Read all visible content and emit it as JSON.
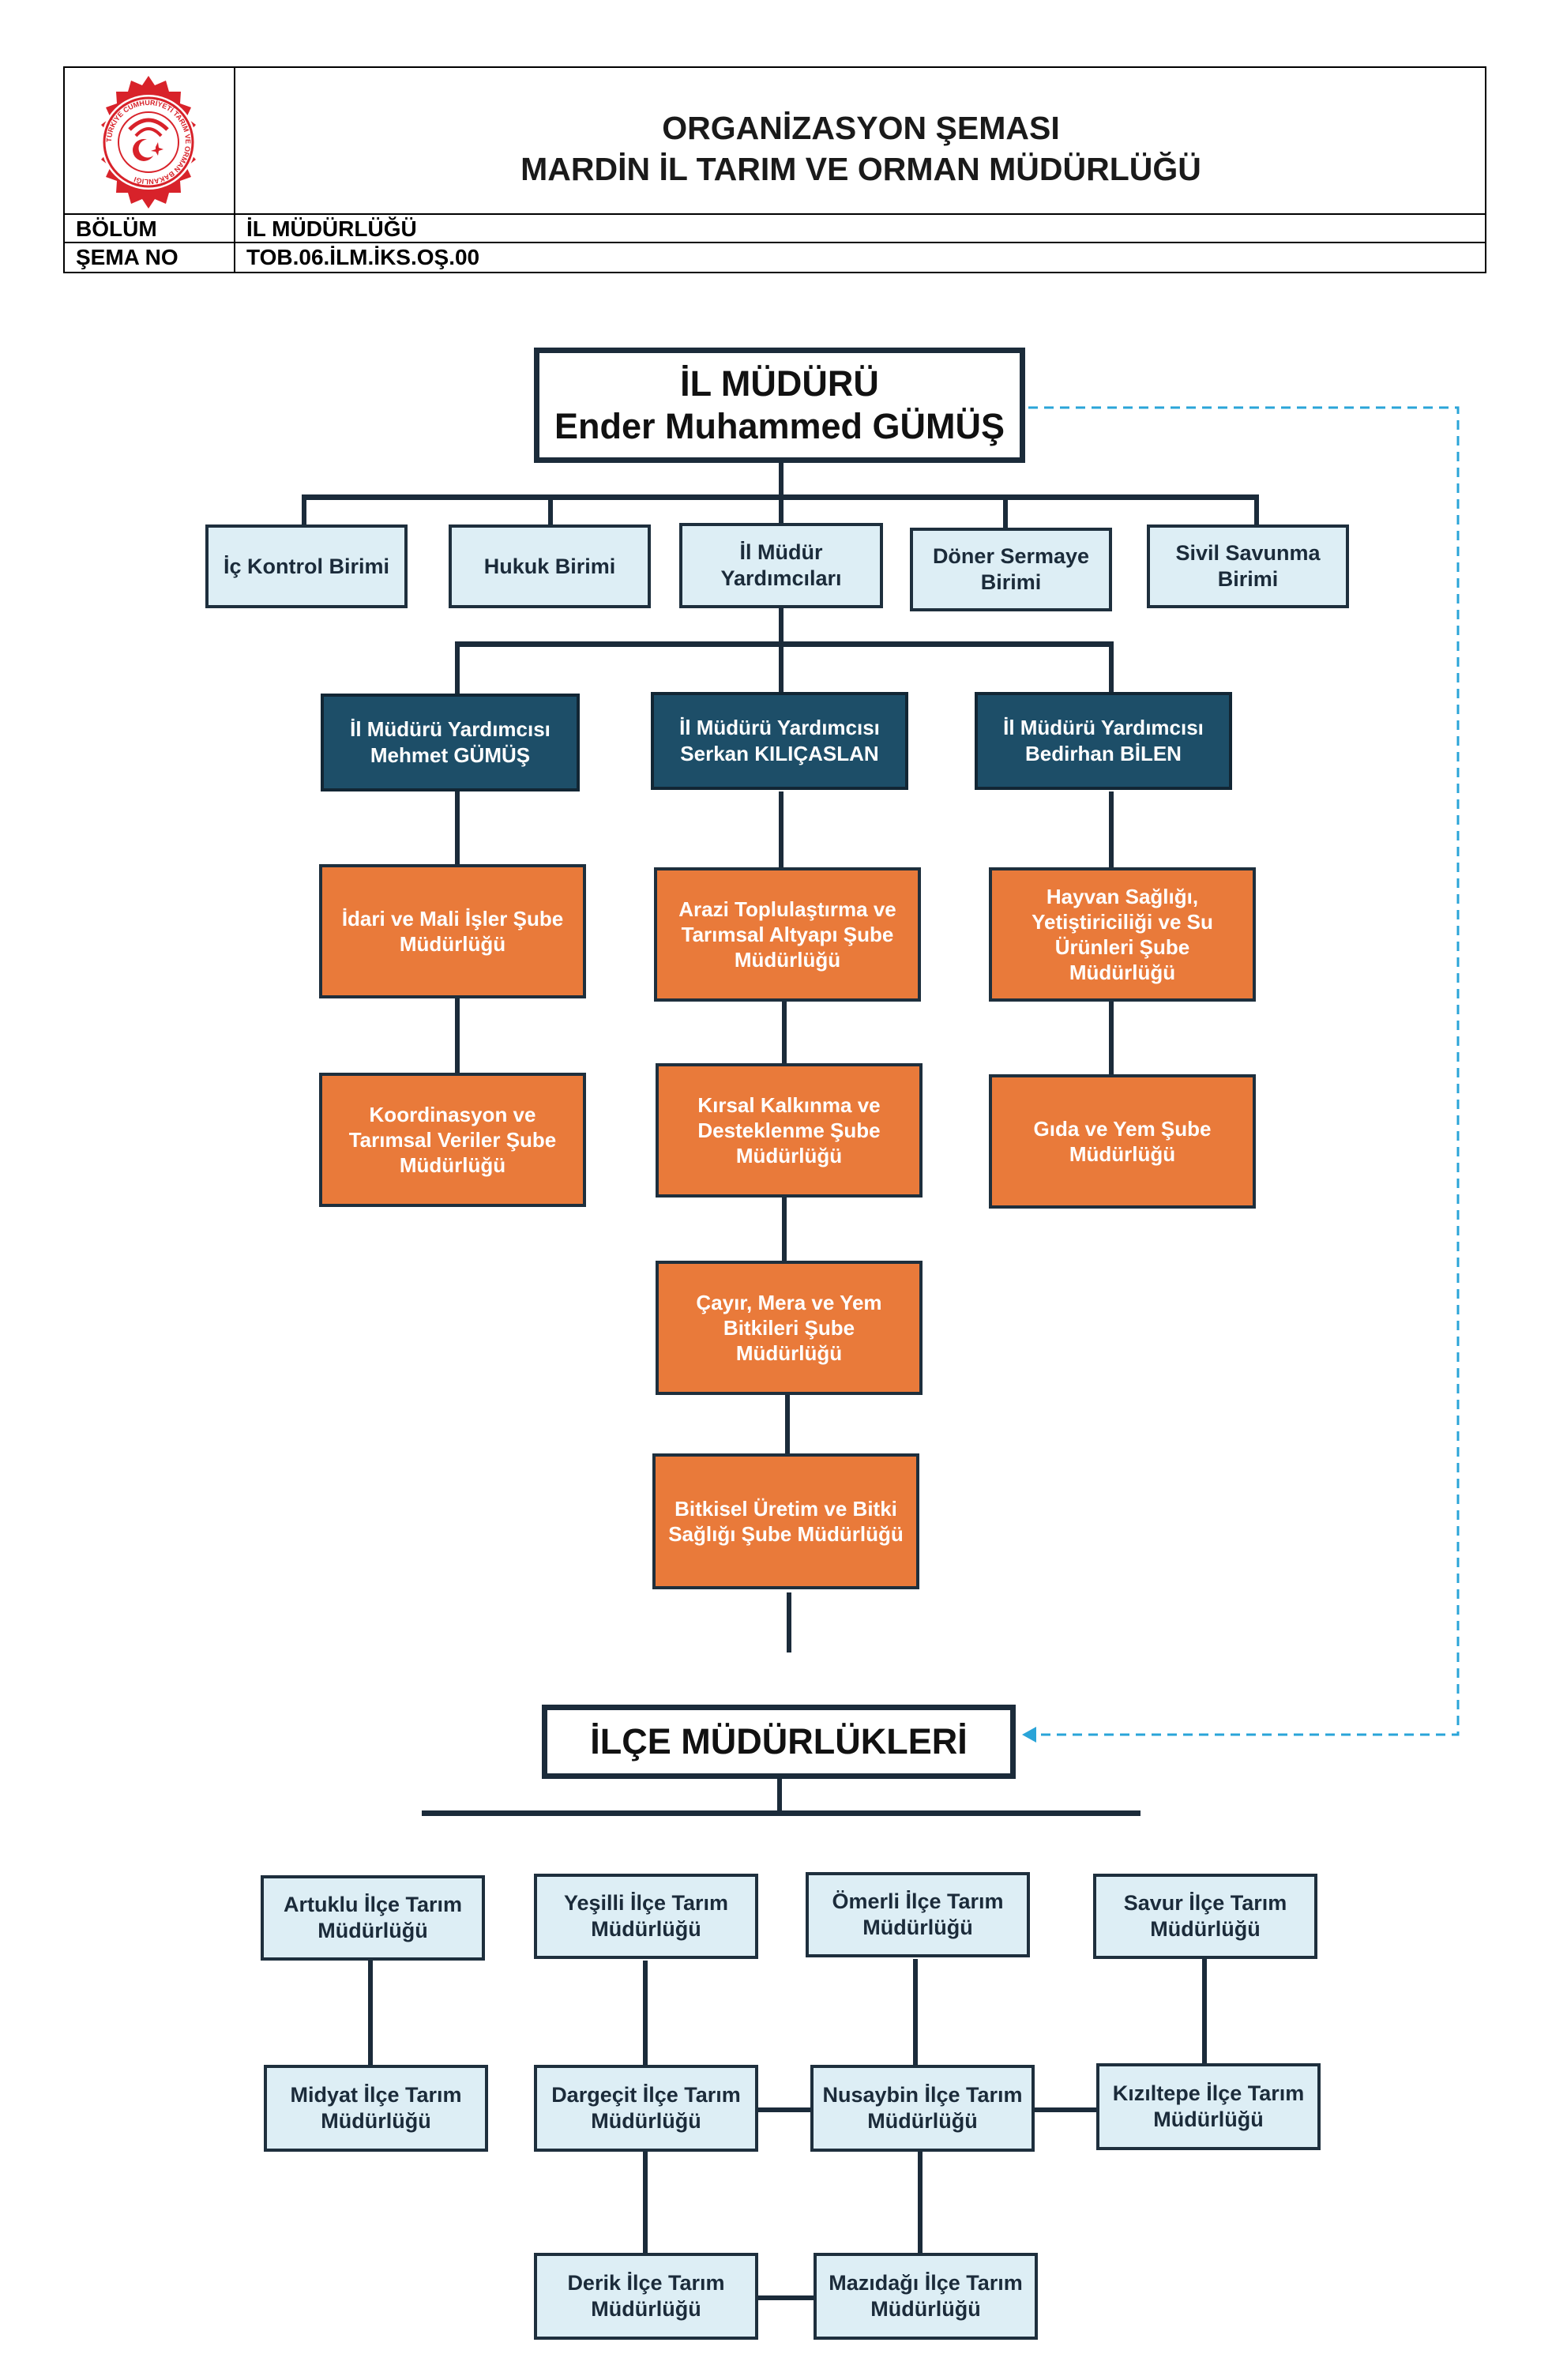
{
  "header": {
    "title_line1": "ORGANİZASYON ŞEMASI",
    "title_line2": "MARDİN İL TARIM VE ORMAN MÜDÜRLÜĞÜ",
    "bolum_label": "BÖLÜM",
    "bolum_value": "İL MÜDÜRLÜĞÜ",
    "sema_no_label": "ŞEMA NO",
    "sema_no_value": "TOB.06.İLM.İKS.OŞ.00",
    "logo_text": "TÜRKİYE CUMHURİYETİ TARIM VE ORMAN BAKANLIĞI"
  },
  "director": {
    "title": "İL MÜDÜRÜ",
    "name": "Ender Muhammed GÜMÜŞ"
  },
  "units": [
    "İç Kontrol Birimi",
    "Hukuk Birimi",
    "İl Müdür Yardımcıları",
    "Döner Sermaye Birimi",
    "Sivil Savunma Birimi"
  ],
  "deputies": [
    {
      "title": "İl Müdürü Yardımcısı",
      "name": "Mehmet GÜMÜŞ"
    },
    {
      "title": "İl Müdürü Yardımcısı",
      "name": "Serkan KILIÇASLAN"
    },
    {
      "title": "İl Müdürü Yardımcısı",
      "name": "Bedirhan BİLEN"
    }
  ],
  "branches": {
    "col1": [
      "İdari ve Mali İşler Şube Müdürlüğü",
      "Koordinasyon ve Tarımsal Veriler Şube Müdürlüğü"
    ],
    "col2": [
      "Arazi Toplulaştırma ve Tarımsal Altyapı Şube Müdürlüğü",
      "Kırsal Kalkınma ve Desteklenme Şube Müdürlüğü",
      "Çayır, Mera ve Yem Bitkileri Şube Müdürlüğü",
      "Bitkisel Üretim ve Bitki Sağlığı Şube Müdürlüğü"
    ],
    "col3": [
      "Hayvan Sağlığı, Yetiştiriciliği ve Su Ürünleri Şube Müdürlüğü",
      "Gıda ve Yem Şube Müdürlüğü"
    ]
  },
  "district_header": "İLÇE MÜDÜRLÜKLERİ",
  "districts": [
    "Artuklu İlçe Tarım Müdürlüğü",
    "Yeşilli İlçe Tarım Müdürlüğü",
    "Ömerli İlçe Tarım Müdürlüğü",
    "Savur İlçe Tarım Müdürlüğü",
    "Midyat İlçe Tarım Müdürlüğü",
    "Dargeçit İlçe Tarım Müdürlüğü",
    "Nusaybin İlçe Tarım Müdürlüğü",
    "Kızıltepe İlçe Tarım Müdürlüğü",
    "Derik İlçe Tarım Müdürlüğü",
    "Mazıdağı İlçe Tarım Müdürlüğü"
  ],
  "colors": {
    "dark_blue": "#1d4e68",
    "light_blue": "#ddeef5",
    "orange": "#e97a3a",
    "line": "#1b2b3a",
    "dashed_link": "#2aa4d8",
    "logo_red": "#d8222a"
  }
}
